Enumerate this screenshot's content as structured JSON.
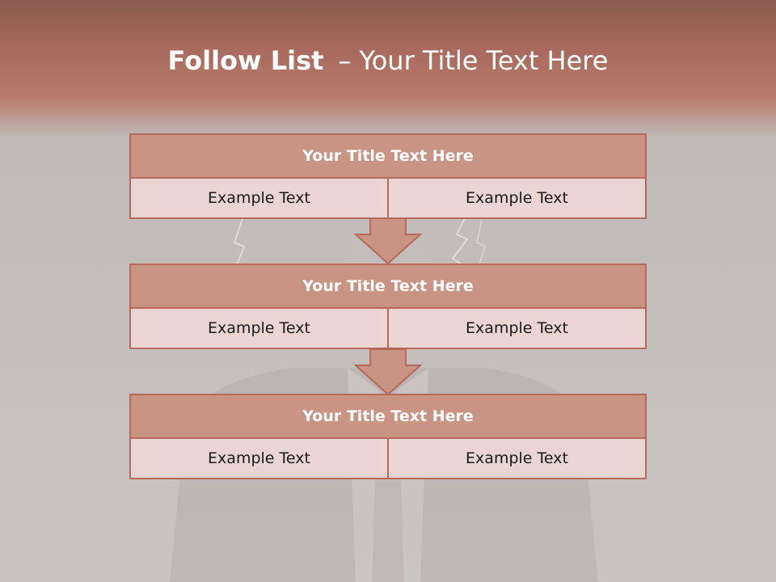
{
  "title": {
    "bold": "Follow List",
    "separator": "–",
    "rest": "Your Title Text Here"
  },
  "blocks": [
    {
      "title": "Your Title Text Here",
      "cells": [
        "Example Text",
        "Example Text"
      ]
    },
    {
      "title": "Your Title Text Here",
      "cells": [
        "Example Text",
        "Example Text"
      ]
    },
    {
      "title": "Your Title Text Here",
      "cells": [
        "Example Text",
        "Example Text"
      ]
    }
  ],
  "colors": {
    "header": "#a86a5c",
    "title_fill": "#c99484",
    "cell_fill": "#ebd5d2",
    "border": "#b86a5a"
  }
}
